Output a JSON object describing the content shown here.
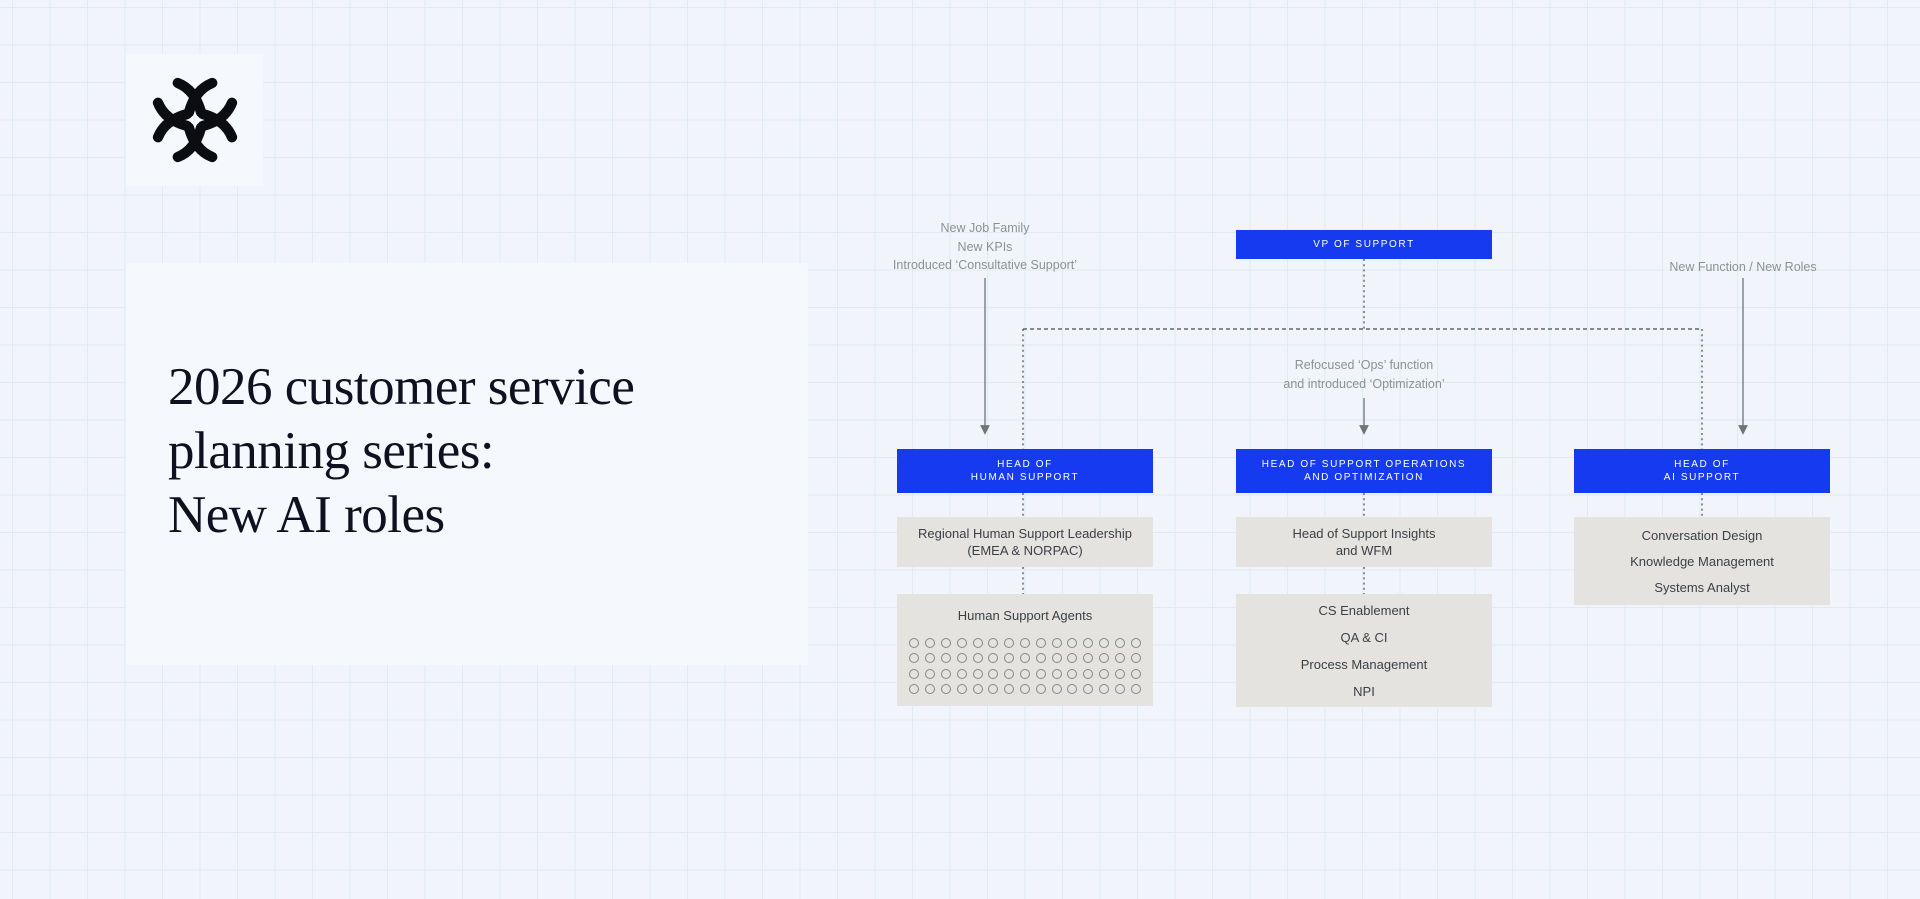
{
  "colors": {
    "accent_blue": "#163af0",
    "box_gray": "#e4e3df",
    "annotation_gray": "#8b9099",
    "title_ink": "#0f1120"
  },
  "title": {
    "line1": "2026 customer service",
    "line2": "planning series:",
    "line3": "New AI roles"
  },
  "logo": {
    "name": "starburst-logo"
  },
  "annotations": {
    "human": {
      "line1": "New Job Family",
      "line2": "New KPIs",
      "line3": "Introduced ‘Consultative Support’"
    },
    "ops": {
      "line1": "Refocused ‘Ops’ function",
      "line2": "and introduced ‘Optimization’"
    },
    "ai": {
      "line1": "New Function / New Roles"
    }
  },
  "org": {
    "vp": {
      "label": "VP OF SUPPORT"
    },
    "human": {
      "head": {
        "line1": "HEAD OF",
        "line2": "HUMAN SUPPORT"
      },
      "leadership": {
        "line1": "Regional Human Support Leadership",
        "line2": "(EMEA & NORPAC)"
      },
      "agents": {
        "title": "Human Support Agents",
        "rows": 4,
        "cols": 15
      }
    },
    "ops": {
      "head": {
        "line1": "HEAD OF SUPPORT OPERATIONS",
        "line2": "AND OPTIMIZATION"
      },
      "insights": {
        "line1": "Head of Support Insights",
        "line2": "and WFM"
      },
      "functions": {
        "item1": "CS Enablement",
        "item2": "QA & CI",
        "item3": "Process Management",
        "item4": "NPI"
      }
    },
    "ai": {
      "head": {
        "line1": "HEAD OF",
        "line2": "AI SUPPORT"
      },
      "roles": {
        "item1": "Conversation Design",
        "item2": "Knowledge Management",
        "item3": "Systems Analyst"
      }
    }
  }
}
